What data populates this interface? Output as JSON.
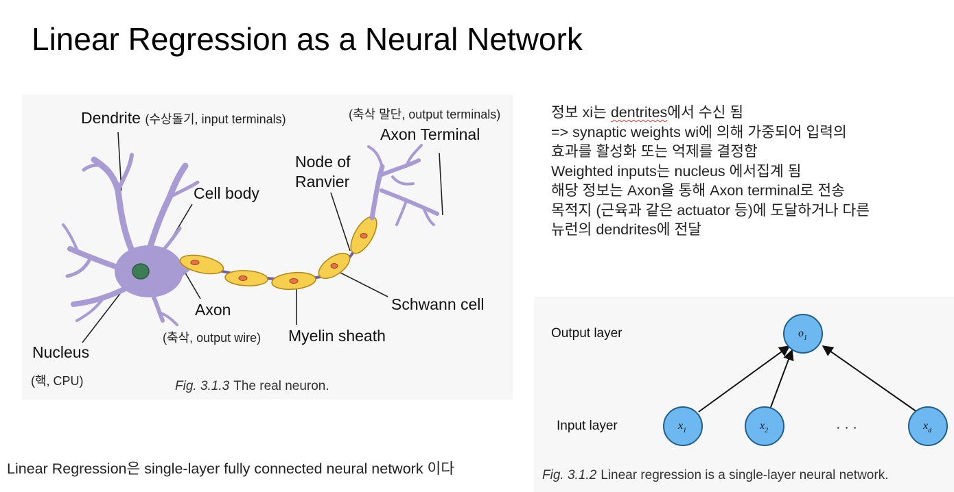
{
  "slide": {
    "title": "Linear Regression as a Neural Network"
  },
  "neuron_figure": {
    "labels": {
      "dendrite": "Dendrite",
      "dendrite_note": "(수상돌기, input terminals)",
      "axon_terminal_note": "(축삭 말단, output terminals)",
      "axon_terminal": "Axon Terminal",
      "node_of_ranvier_1": "Node of",
      "node_of_ranvier_2": "Ranvier",
      "cell_body": "Cell body",
      "schwann_cell": "Schwann cell",
      "axon": "Axon",
      "axon_note": "(축삭, output wire)",
      "myelin_sheath": "Myelin sheath",
      "nucleus": "Nucleus",
      "nucleus_note": "(핵, CPU)"
    },
    "caption_fig": "Fig. 3.1.3",
    "caption_text": "The real neuron."
  },
  "notes": {
    "lines": [
      {
        "pre": "정보 xi는 ",
        "squiggle": "dentrites",
        "post": "에서 수신 됨"
      },
      {
        "pre": "=> synaptic weights wi에 의해 가중되어 입력의",
        "squiggle": "",
        "post": ""
      },
      {
        "pre": "효과를 활성화 또는 억제를 결정함",
        "squiggle": "",
        "post": ""
      },
      {
        "pre": "Weighted inputs는 nucleus 에서집계 됨",
        "squiggle": "",
        "post": ""
      },
      {
        "pre": "해당 정보는 Axon을 통해 Axon terminal로 전송",
        "squiggle": "",
        "post": ""
      },
      {
        "pre": "목적지 (근육과 같은 actuator 등)에 도달하거나 다른",
        "squiggle": "",
        "post": ""
      },
      {
        "pre": "뉴런의 dendrites에 전달",
        "squiggle": "",
        "post": ""
      }
    ]
  },
  "network_figure": {
    "output_layer_label": "Output layer",
    "input_layer_label": "Input layer",
    "output_node": "o",
    "output_sub": "1",
    "input_nodes": [
      {
        "name": "x",
        "sub": "1"
      },
      {
        "name": "x",
        "sub": "2"
      },
      {
        "name": "x",
        "sub": "d"
      }
    ],
    "ellipsis": "· · ·",
    "caption_fig": "Fig. 3.1.2",
    "caption_text": "Linear regression is a single-layer neural network."
  },
  "bottom_text": "Linear Regression은 single-layer fully connected neural network 이다",
  "colors": {
    "neuron_purple": "#a89ad3",
    "neuron_outline": "#6d5ea9",
    "myelin_yellow": "#f6cf4e",
    "myelin_outline": "#b58a12",
    "nucleus_green": "#3d7d55",
    "node_blue": "#6db8f0",
    "node_outline": "#1f5f8c"
  }
}
